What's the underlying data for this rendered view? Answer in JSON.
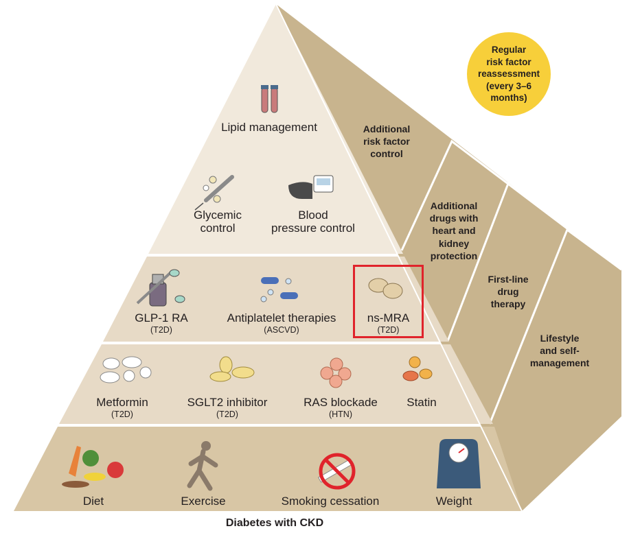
{
  "caption": "Diabetes with CKD",
  "badge": {
    "lines": [
      "Regular",
      "risk factor",
      "reassessment",
      "(every 3–6",
      "months)"
    ]
  },
  "side_labels": {
    "additional_control": [
      "Additional",
      "risk factor",
      "control"
    ],
    "additional_drugs": [
      "Additional",
      "drugs with",
      "heart and",
      "kidney",
      "protection"
    ],
    "first_line": [
      "First-line",
      "drug",
      "therapy"
    ],
    "lifestyle": [
      "Lifestyle",
      "and self-",
      "management"
    ]
  },
  "tier_top": {
    "lipid": "Lipid management",
    "glycemic": [
      "Glycemic",
      "control"
    ],
    "blood_pressure": [
      "Blood",
      "pressure control"
    ]
  },
  "tier_additional": {
    "glp1": {
      "name": "GLP-1 RA",
      "sub": "(T2D)"
    },
    "antiplatelet": {
      "name": "Antiplatelet therapies",
      "sub": "(ASCVD)"
    },
    "nsmra": {
      "name": "ns-MRA",
      "sub": "(T2D)"
    }
  },
  "tier_firstline": {
    "metformin": {
      "name": "Metformin",
      "sub": "(T2D)"
    },
    "sglt2": {
      "name": "SGLT2 inhibitor",
      "sub": "(T2D)"
    },
    "ras": {
      "name": "RAS blockade",
      "sub": "(HTN)"
    },
    "statin": {
      "name": "Statin"
    }
  },
  "tier_lifestyle": {
    "diet": "Diet",
    "exercise": "Exercise",
    "smoking": "Smoking cessation",
    "weight": "Weight"
  },
  "colors": {
    "face_light": "#f1e9dc",
    "face_mid": "#e7dac6",
    "face_base": "#d8c6a5",
    "side": "#c8b48e",
    "badge": "#f7cf3a",
    "highlight": "#e0232b"
  }
}
